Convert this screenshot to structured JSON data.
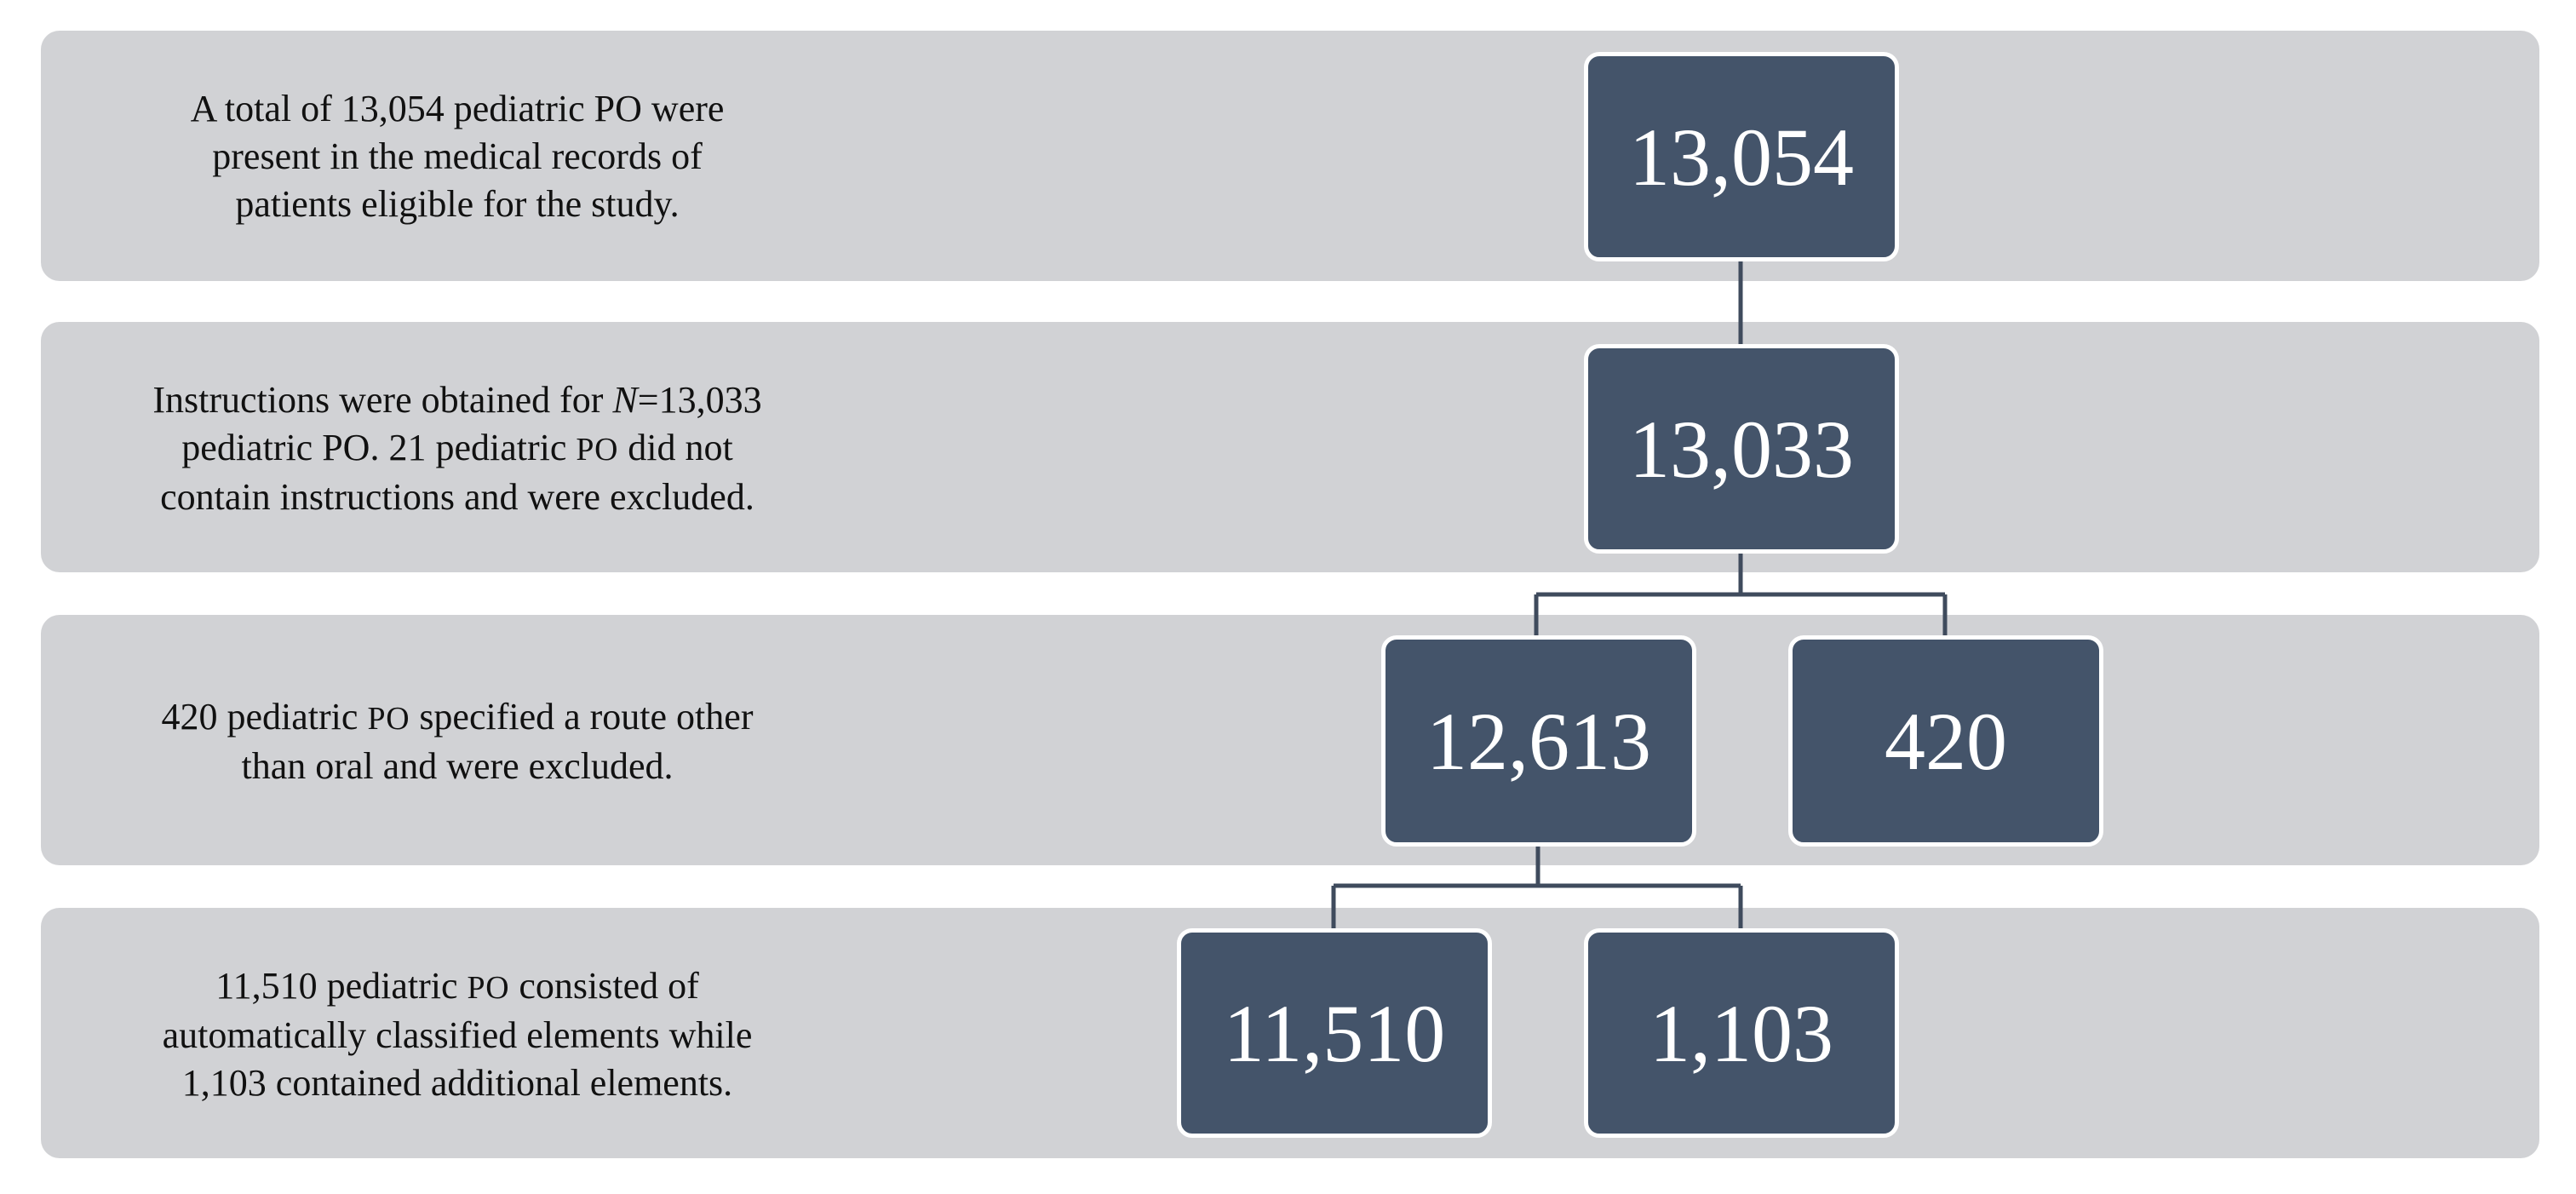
{
  "bands": [
    {
      "lines": [
        [
          {
            "t": "A total of 13,054 pediatric PO were"
          }
        ],
        [
          {
            "t": "present in the medical records of"
          }
        ],
        [
          {
            "t": "patients eligible for the study."
          }
        ]
      ]
    },
    {
      "lines": [
        [
          {
            "t": "Instructions were obtained for "
          },
          {
            "t": "N",
            "i": true
          },
          {
            "t": "=13,033"
          }
        ],
        [
          {
            "t": "pediatric PO. 21 pediatric "
          },
          {
            "t": "PO",
            "sc": true
          },
          {
            "t": " did not"
          }
        ],
        [
          {
            "t": "contain instructions and were excluded."
          }
        ]
      ]
    },
    {
      "lines": [
        [
          {
            "t": "420 pediatric "
          },
          {
            "t": "PO",
            "sc": true
          },
          {
            "t": " specified a route other"
          }
        ],
        [
          {
            "t": "than oral and were excluded."
          }
        ]
      ]
    },
    {
      "lines": [
        [
          {
            "t": "11,510 pediatric "
          },
          {
            "t": "PO",
            "sc": true
          },
          {
            "t": "  consisted of"
          }
        ],
        [
          {
            "t": "automatically classified elements while"
          }
        ],
        [
          {
            "t": "1,103 contained additional elements."
          }
        ]
      ]
    }
  ],
  "boxes": {
    "total": "13,054",
    "with_instructions": "13,033",
    "oral_route": "12,613",
    "other_route": "420",
    "automatic_elements": "11,510",
    "additional_elements": "1,103"
  },
  "colors": {
    "band": "#d1d2d5",
    "box": "#44546a",
    "connector": "#3f4b5d"
  }
}
